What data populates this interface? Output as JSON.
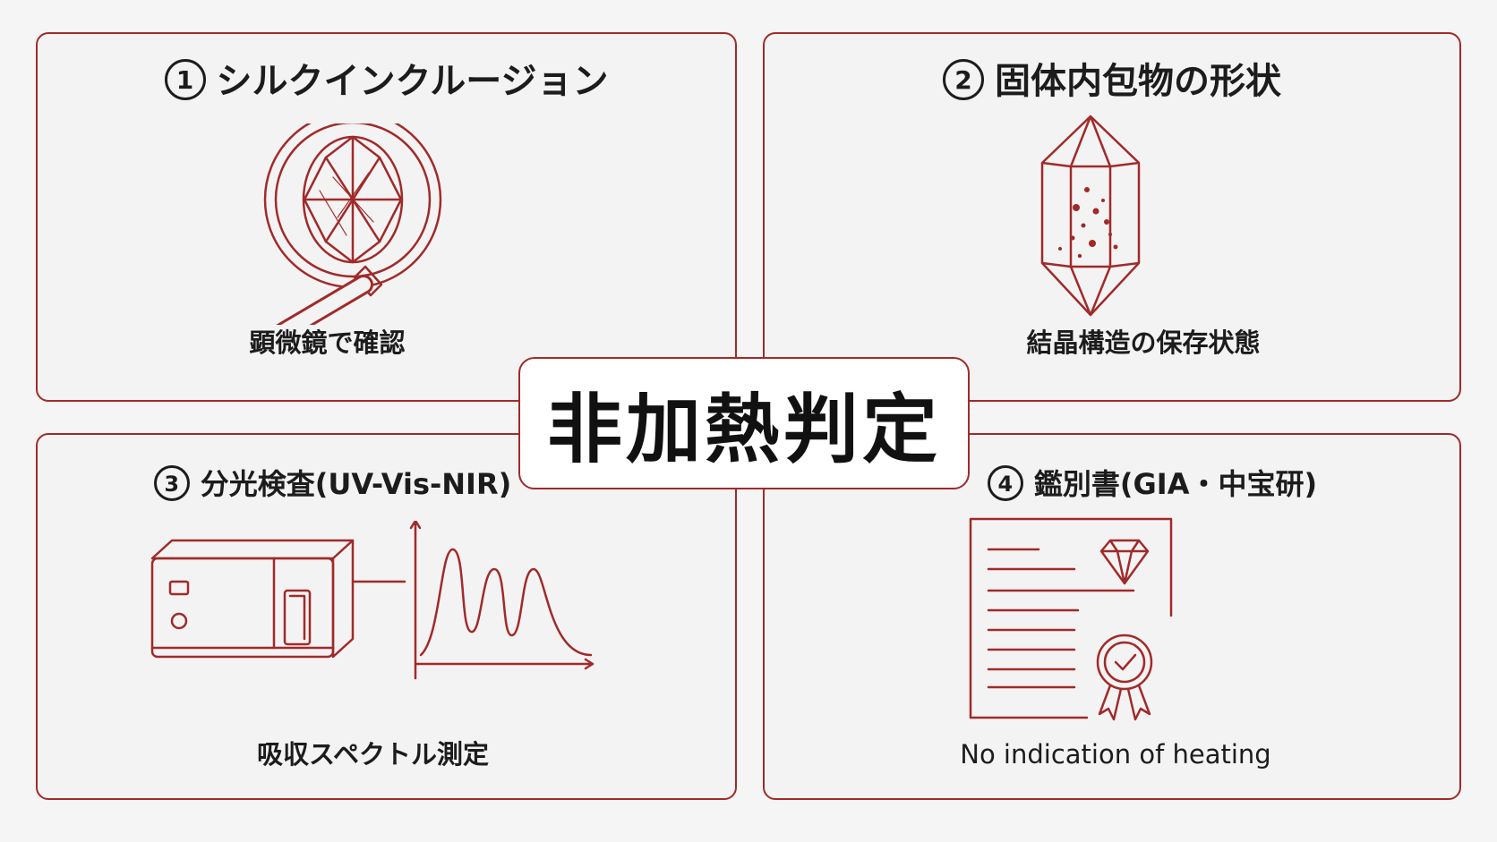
{
  "center": {
    "title": "非加熱判定"
  },
  "panels": [
    {
      "number": "1",
      "title": "シルクインクルージョン",
      "caption": "顕微鏡で確認",
      "icon": "magnifier-gem-icon"
    },
    {
      "number": "2",
      "title": "固体内包物の形状",
      "caption": "結晶構造の保存状態",
      "icon": "crystal-inclusions-icon"
    },
    {
      "number": "3",
      "title": "分光検査(UV-Vis-NIR)",
      "caption": "吸収スペクトル測定",
      "icon": "spectrometer-icon"
    },
    {
      "number": "4",
      "title": "鑑別書(GIA・中宝研)",
      "caption": "No indication of heating",
      "icon": "certificate-icon"
    }
  ],
  "colors": {
    "accent": "#a12a2a",
    "text": "#1c1c1c",
    "background": "#f5f5f5"
  }
}
